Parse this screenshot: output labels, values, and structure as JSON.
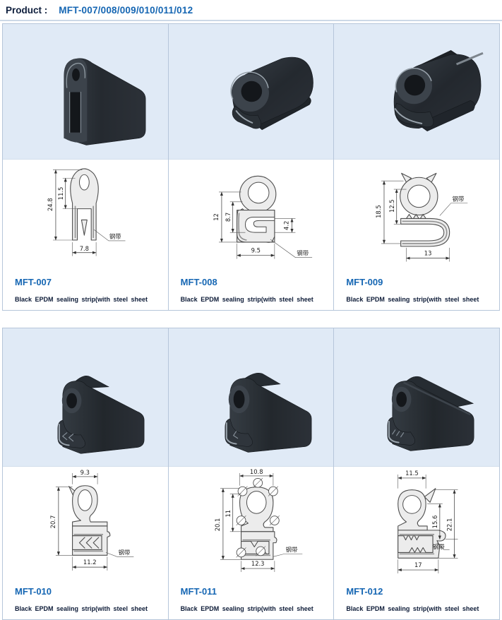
{
  "header": {
    "label": "Product :",
    "value": "MFT-007/008/009/010/011/012"
  },
  "products": [
    {
      "name": "MFT-007",
      "description": "Black EPDM sealing strip(with steel sheet",
      "steel_band_label": "钢带",
      "dims": {
        "overall_height": "24.8",
        "bulb_height": "11.5",
        "width": "7.8"
      }
    },
    {
      "name": "MFT-008",
      "description": "Black EPDM sealing strip(with steel sheet",
      "steel_band_label": "钢带",
      "dims": {
        "overall_height": "12",
        "inner_height": "8.7",
        "lip_height": "4.2",
        "width": "9.5"
      }
    },
    {
      "name": "MFT-009",
      "description": "Black EPDM sealing strip(with steel sheet",
      "steel_band_label": "钢带",
      "dims": {
        "overall_height": "18.5",
        "bulb_height": "12.5",
        "width": "13"
      }
    },
    {
      "name": "MFT-010",
      "description": "Black EPDM sealing strip(with steel sheet",
      "steel_band_label": "钢带",
      "dims": {
        "top_width": "9.3",
        "overall_height": "20.7",
        "width": "11.2"
      }
    },
    {
      "name": "MFT-011",
      "description": "Black EPDM sealing strip(with steel sheet",
      "steel_band_label": "钢带",
      "dims": {
        "top_width": "10.8",
        "overall_height": "20.1",
        "bulb_height": "11",
        "width": "12.3"
      }
    },
    {
      "name": "MFT-012",
      "description": "Black EPDM sealing strip(with steel sheet",
      "steel_band_label": "钢带",
      "dims": {
        "top_width": "11.5",
        "inner_height": "15.6",
        "overall_height": "22.1",
        "width": "17"
      }
    }
  ]
}
